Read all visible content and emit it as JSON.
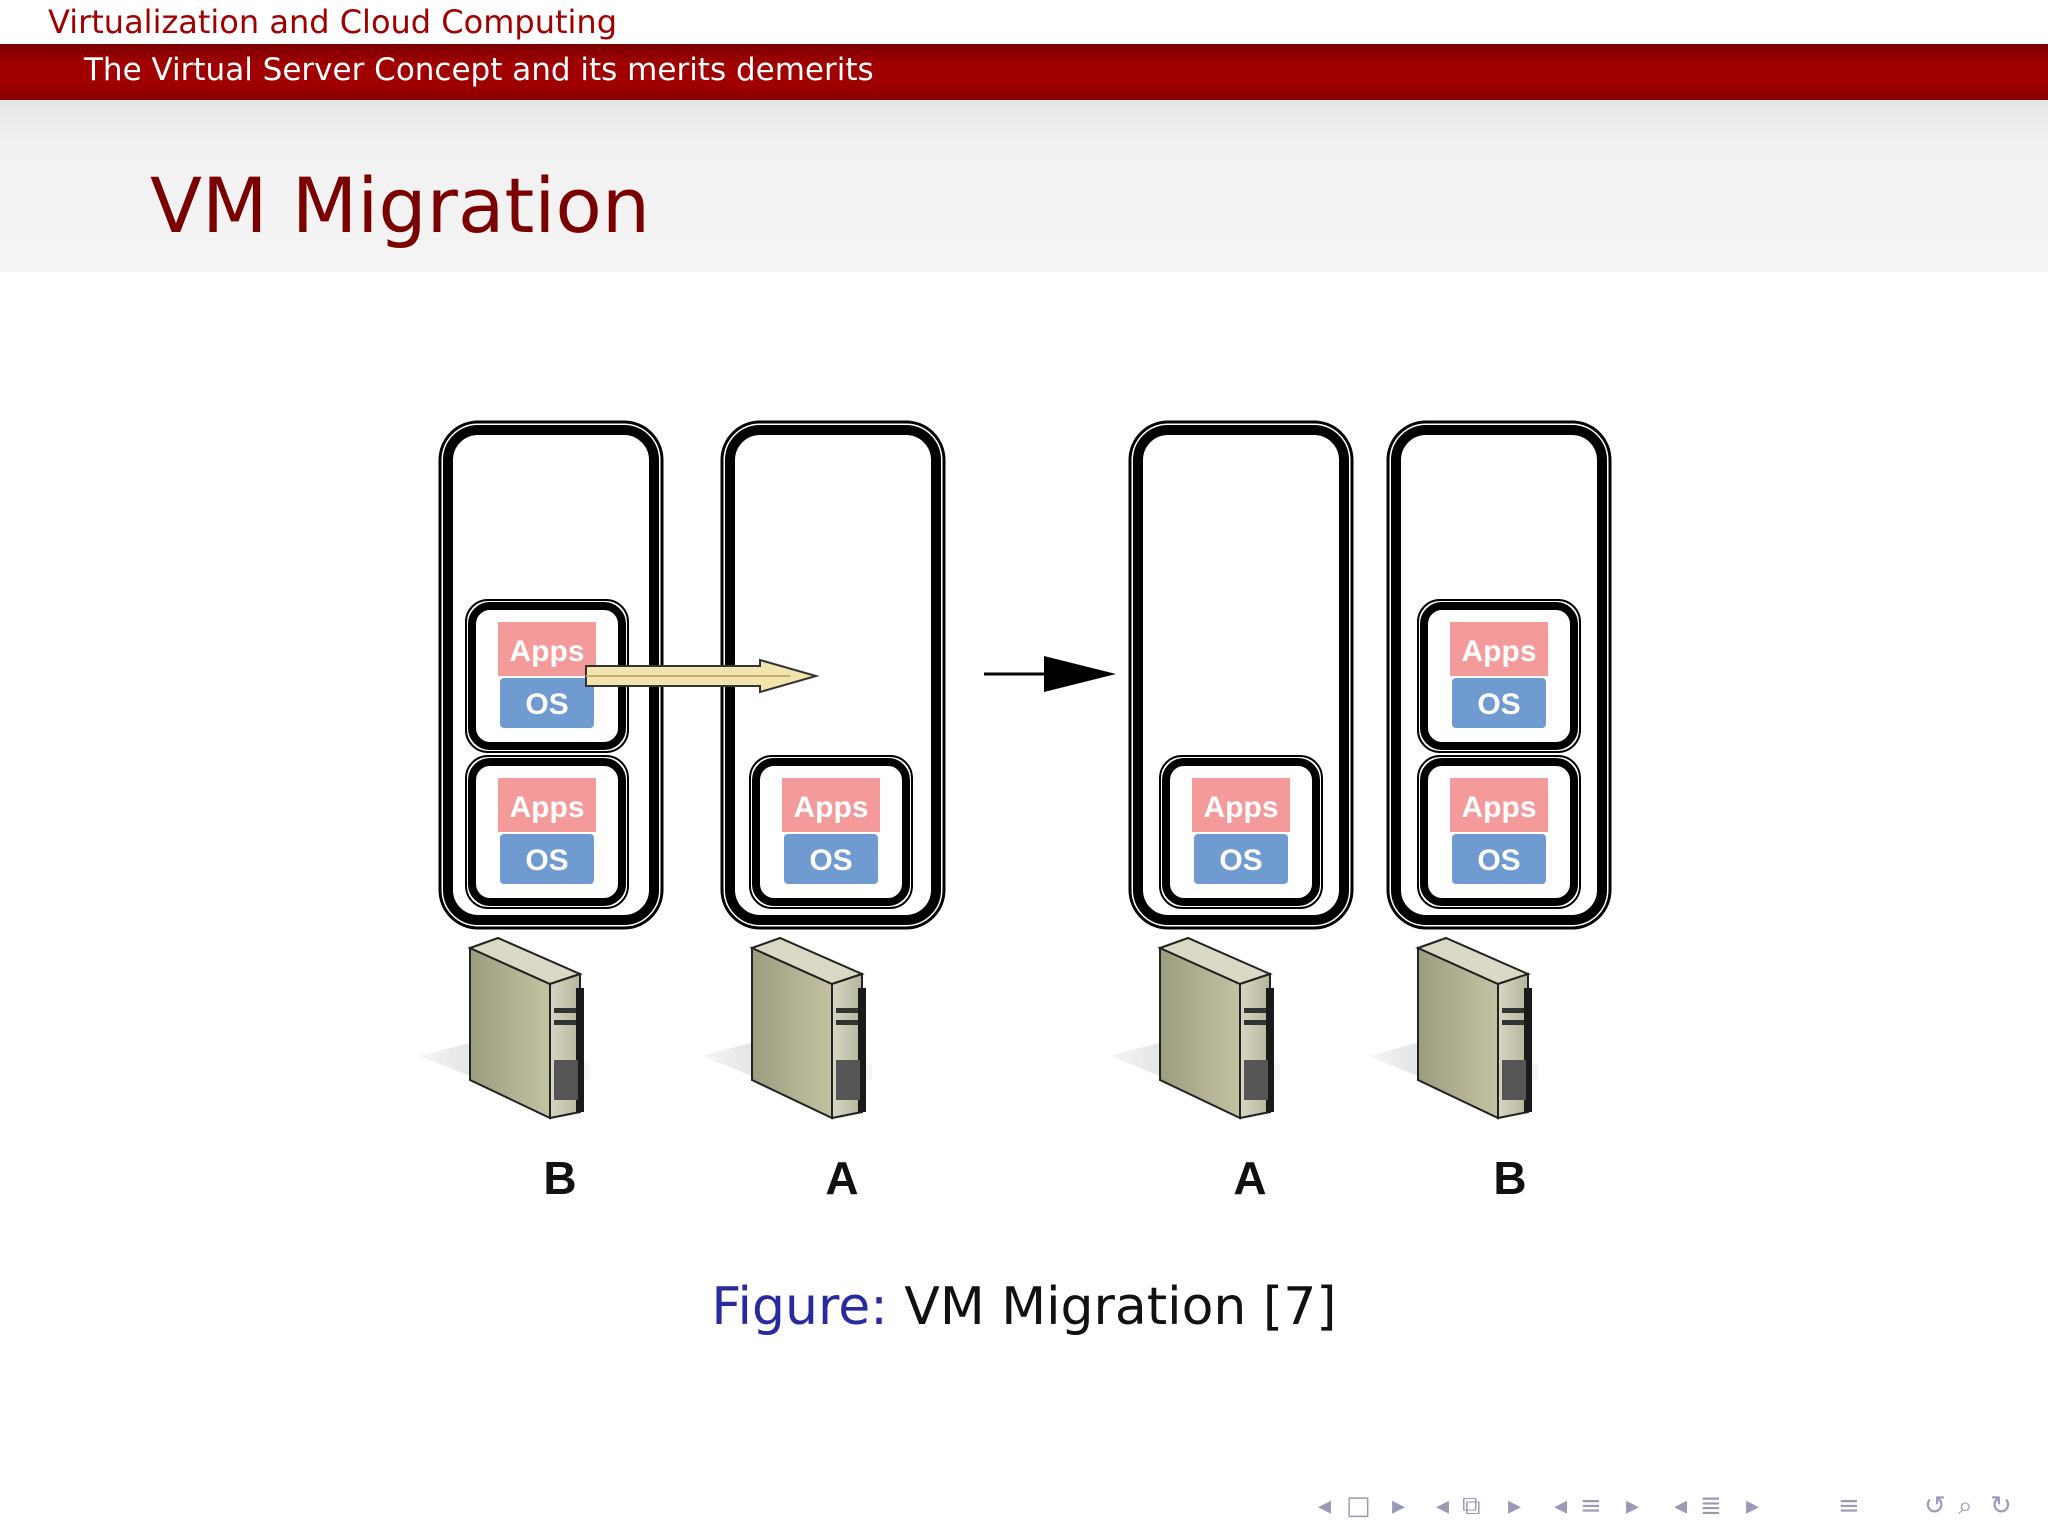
{
  "header": {
    "section": "Virtualization and Cloud Computing",
    "subsection": "The Virtual Server Concept and its merits demerits"
  },
  "slide": {
    "title": "VM Migration"
  },
  "diagram": {
    "vm_apps_label": "Apps",
    "vm_os_label": "OS",
    "hosts": [
      {
        "label": "B"
      },
      {
        "label": "A"
      },
      {
        "label": "A"
      },
      {
        "label": "B"
      }
    ],
    "colors": {
      "apps": "#f49a9a",
      "os": "#6f9bd0",
      "server_body": "#b8b898",
      "migration_arrow": "#f3e3ad"
    }
  },
  "caption": {
    "label": "Figure:",
    "text": "VM Migration [7]"
  },
  "nav_icons": [
    "nav-left-arrow-icon",
    "frame-icon",
    "nav-right-arrow-icon",
    "subsection-icon",
    "section-icon",
    "menu-icon",
    "undo-icon",
    "zoom-icon",
    "redo-icon"
  ]
}
